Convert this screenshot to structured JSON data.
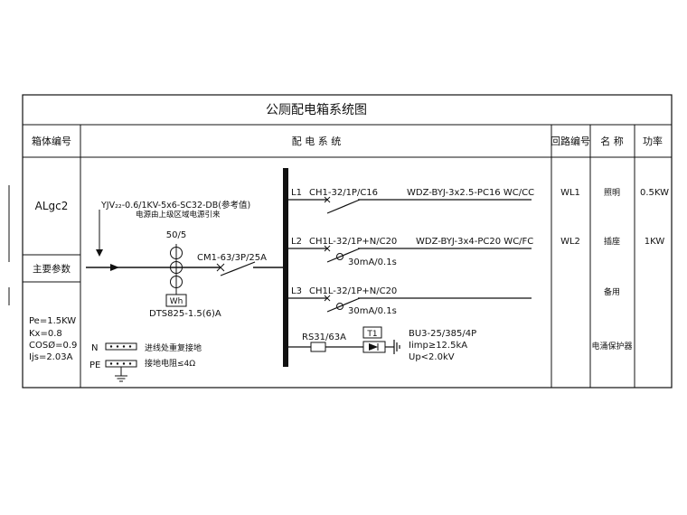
{
  "title": "公厕配电箱系统图",
  "headers": {
    "box_no": "箱体编号",
    "system": "配 电 系 统",
    "circuit_no": "回路编号",
    "name": "名 称",
    "power": "功率"
  },
  "box": {
    "id": "ALgc2",
    "params_title": "主要参数",
    "params": [
      "Pe=1.5KW",
      "Kx=0.8",
      "COSØ=0.9",
      "Ijs=2.03A"
    ]
  },
  "incoming": {
    "cable": "YJV₂₂-0.6/1KV-5x6-SC32-DB(参考值)",
    "source_note": "电源由上级区域电源引来",
    "ct_ratio": "50/5",
    "main_breaker": "CM1-63/3P/25A",
    "meter_label": "Wh",
    "meter_model": "DTS825-1.5(6)A"
  },
  "circuits": [
    {
      "phase": "L1",
      "breaker": "CH1-32/1P/C16",
      "cable": "WDZ-BYJ-3x2.5-PC16  WC/CC",
      "rcd": "",
      "circuit_no": "WL1",
      "name": "照明",
      "power": "0.5KW"
    },
    {
      "phase": "L2",
      "breaker": "CH1L-32/1P+N/C20",
      "cable": "WDZ-BYJ-3x4-PC20  WC/FC",
      "rcd": "30mA/0.1s",
      "circuit_no": "WL2",
      "name": "插座",
      "power": "1KW"
    },
    {
      "phase": "L3",
      "breaker": "CH1L-32/1P+N/C20",
      "cable": "",
      "rcd": "30mA/0.1s",
      "circuit_no": "",
      "name": "备用",
      "power": ""
    }
  ],
  "spd": {
    "breaker": "RS31/63A",
    "label": "T1",
    "model": "BU3-25/385/4P",
    "imp": "Iimp≥12.5kA",
    "up": "Up<2.0kV",
    "name": "电涌保护器"
  },
  "terminals": {
    "n_label": "N",
    "pe_label": "PE",
    "n_note": "进线处重复接地",
    "pe_note": "接地电阻≤4Ω"
  }
}
